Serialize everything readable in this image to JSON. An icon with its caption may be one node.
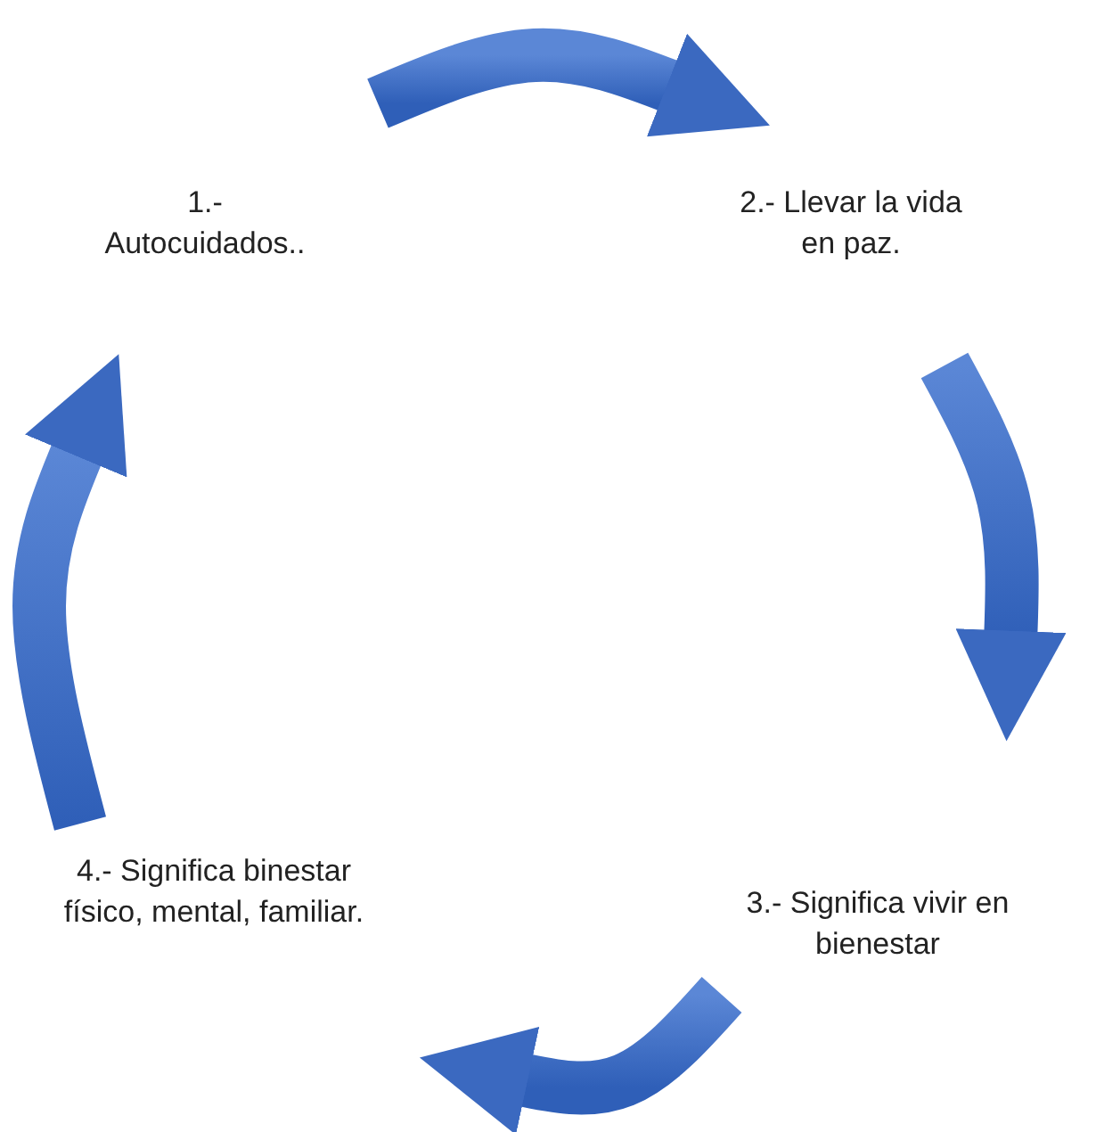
{
  "diagram": {
    "nodes": [
      {
        "text": [
          "1.- Autocuidados.."
        ]
      },
      {
        "text": [
          "2.-  Llevar la vida en paz."
        ]
      },
      {
        "text": [
          "3.- Significa vivir en bienestar"
        ]
      },
      {
        "text": [
          "4.- Significa binestar físico, mental, familiar."
        ]
      }
    ],
    "edges": [
      {
        "from": 0,
        "to": 1,
        "arrow": "to",
        "style": "thick"
      },
      {
        "from": 1,
        "to": 2,
        "arrow": "to",
        "style": "thick"
      },
      {
        "from": 2,
        "to": 3,
        "arrow": "to",
        "style": "thick"
      },
      {
        "from": 3,
        "to": 0,
        "arrow": "to",
        "style": "thick"
      }
    ]
  }
}
